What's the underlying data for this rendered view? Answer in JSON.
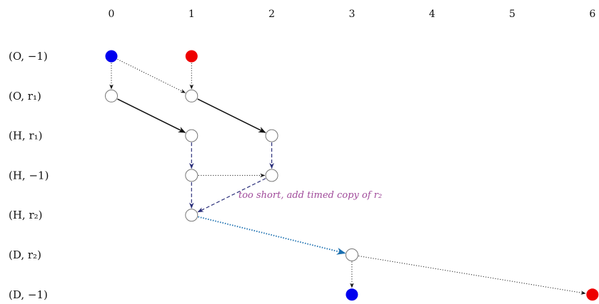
{
  "columns": [
    "0",
    "1",
    "2",
    "3",
    "4",
    "5",
    "6"
  ],
  "rows": [
    {
      "label": "(O, −1)"
    },
    {
      "label": "(O, r₁)"
    },
    {
      "label": "(H, r₁)"
    },
    {
      "label": "(H, −1)"
    },
    {
      "label": "(H, r₂)"
    },
    {
      "label": "(D, r₂)"
    },
    {
      "label": "(D, −1)"
    }
  ],
  "nodes": [
    {
      "id": "n1",
      "col": 0,
      "row": 0,
      "fill": "#0000ee",
      "kind": "filled"
    },
    {
      "id": "n2",
      "col": 1,
      "row": 0,
      "fill": "#ee0000",
      "kind": "filled"
    },
    {
      "id": "n3",
      "col": 0,
      "row": 1,
      "kind": "empty"
    },
    {
      "id": "n4",
      "col": 1,
      "row": 1,
      "kind": "empty"
    },
    {
      "id": "n5",
      "col": 1,
      "row": 2,
      "kind": "empty"
    },
    {
      "id": "n6",
      "col": 2,
      "row": 2,
      "kind": "empty"
    },
    {
      "id": "n7",
      "col": 1,
      "row": 3,
      "kind": "empty"
    },
    {
      "id": "n8",
      "col": 2,
      "row": 3,
      "kind": "empty"
    },
    {
      "id": "n9",
      "col": 1,
      "row": 4,
      "kind": "empty"
    },
    {
      "id": "n10",
      "col": 3,
      "row": 5,
      "kind": "empty"
    },
    {
      "id": "n11",
      "col": 3,
      "row": 6,
      "fill": "#0000ee",
      "kind": "filled"
    },
    {
      "id": "n12",
      "col": 6,
      "row": 6,
      "fill": "#ee0000",
      "kind": "filled"
    }
  ],
  "edges": [
    {
      "from": "n1",
      "to": "n3",
      "style": "dotted",
      "color": "#222222"
    },
    {
      "from": "n2",
      "to": "n4",
      "style": "dotted",
      "color": "#222222"
    },
    {
      "from": "n1",
      "to": "n4",
      "style": "dotted",
      "color": "#222222"
    },
    {
      "from": "n3",
      "to": "n5",
      "style": "solid",
      "color": "#111111"
    },
    {
      "from": "n4",
      "to": "n6",
      "style": "solid",
      "color": "#111111"
    },
    {
      "from": "n5",
      "to": "n7",
      "style": "dashed",
      "color": "#2b2f7a"
    },
    {
      "from": "n6",
      "to": "n8",
      "style": "dashed",
      "color": "#2b2f7a"
    },
    {
      "from": "n7",
      "to": "n8",
      "style": "dotted",
      "color": "#222222"
    },
    {
      "from": "n7",
      "to": "n9",
      "style": "dashed",
      "color": "#2b2f7a"
    },
    {
      "from": "n8",
      "to": "n9",
      "style": "dashed",
      "color": "#2b2f7a"
    },
    {
      "from": "n9",
      "to": "n10",
      "style": "dotted-bold",
      "color": "#1a6fb0"
    },
    {
      "from": "n10",
      "to": "n11",
      "style": "dotted",
      "color": "#222222"
    },
    {
      "from": "n10",
      "to": "n12",
      "style": "dotted",
      "color": "#222222"
    }
  ],
  "annotation": {
    "text": "too short, add timed copy of r₂",
    "color": "#a04a9a"
  }
}
